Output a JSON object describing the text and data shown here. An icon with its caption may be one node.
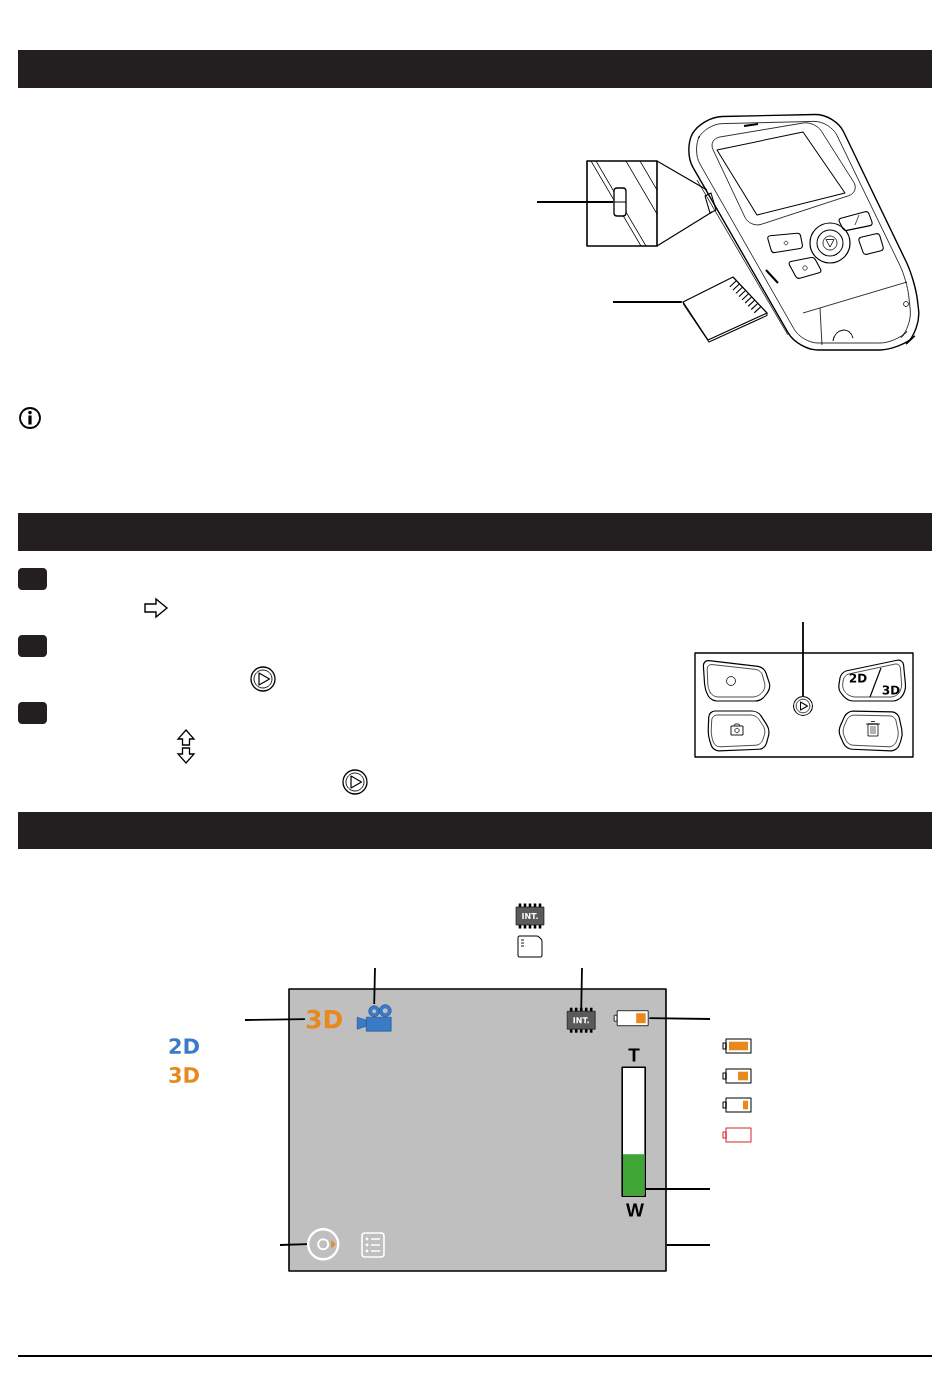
{
  "diagram": {
    "nodes": [
      {
        "text": [],
        "shape": "box"
      },
      {
        "text": [],
        "shape": "picture"
      },
      {
        "text": [],
        "shape": "circle"
      },
      {
        "text": [],
        "shape": "box"
      },
      {
        "text": [
          "3D"
        ],
        "in": 3
      },
      {
        "text": [],
        "shape": "picture",
        "in": 3
      },
      {
        "text": [
          "INT."
        ],
        "in": 3
      },
      {
        "text": [],
        "shape": "picture",
        "in": 3
      },
      {
        "text": [],
        "shape": "bar",
        "in": 3
      },
      {
        "text": [],
        "shape": "circle",
        "in": 3
      },
      {
        "text": [
          "INT."
        ]
      }
    ],
    "edges": [
      {
        "from": null,
        "to": 0,
        "arrow": "none"
      },
      {
        "from": null,
        "to": 1,
        "arrow": "none"
      },
      {
        "from": null,
        "to": 2,
        "arrow": "none"
      },
      {
        "from": null,
        "to": 4,
        "arrow": "none"
      },
      {
        "from": null,
        "to": 5,
        "arrow": "none"
      },
      {
        "from": null,
        "to": 6,
        "arrow": "none"
      },
      {
        "from": null,
        "to": 7,
        "arrow": "none"
      },
      {
        "from": null,
        "to": 8,
        "arrow": "none"
      },
      {
        "from": null,
        "to": 9,
        "arrow": "none"
      },
      {
        "from": null,
        "to": 3,
        "arrow": "none"
      }
    ],
    "labels": [
      "2D",
      "3D",
      "2D",
      "T",
      "3D",
      "W"
    ]
  }
}
